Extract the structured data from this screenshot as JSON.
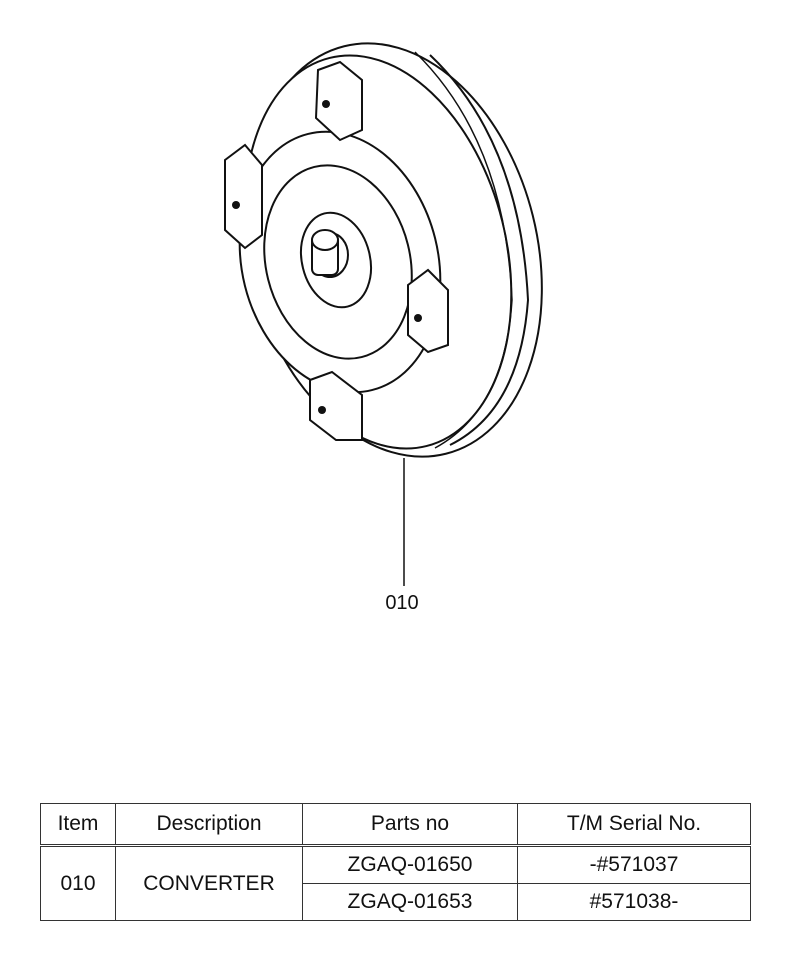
{
  "diagram": {
    "part_label": "010",
    "illustration_icon": "torque-converter-icon"
  },
  "table": {
    "headers": {
      "item": "Item",
      "description": "Description",
      "parts_no": "Parts no",
      "serial": "T/M Serial No."
    },
    "rows": [
      {
        "item": "010",
        "description": "CONVERTER",
        "variants": [
          {
            "parts_no": "ZGAQ-01650",
            "serial": "-#571037"
          },
          {
            "parts_no": "ZGAQ-01653",
            "serial": "#571038-"
          }
        ]
      }
    ]
  }
}
